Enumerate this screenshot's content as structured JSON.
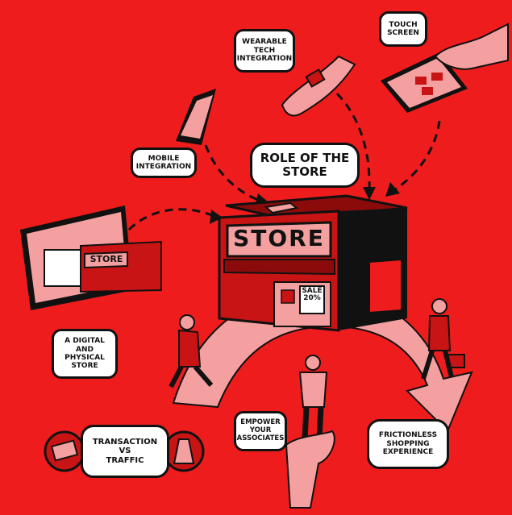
{
  "labels": {
    "role": "ROLE OF THE\nSTORE",
    "wearable": "WEARABLE\nTECH\nINTEGRATION",
    "touch": "TOUCH\nSCREEN",
    "mobile": "MOBILE\nINTEGRATION",
    "digital": "A DIGITAL\nAND PHYSICAL\nSTORE",
    "transaction": "TRANSACTION\nVS\nTRAFFIC",
    "empower": "EMPOWER\nYOUR\nASSOCIATES",
    "frictionless": "FRICTIONLESS\nSHOPPING\nEXPERIENCE"
  },
  "store": {
    "sign": "STORE",
    "sale": "SALE\n20%",
    "small_sign": "STORE"
  },
  "colors": {
    "background": "#ee1c1c",
    "dark": "#111111",
    "pink": "#f5a0a0",
    "deep_red": "#b30e0e"
  }
}
